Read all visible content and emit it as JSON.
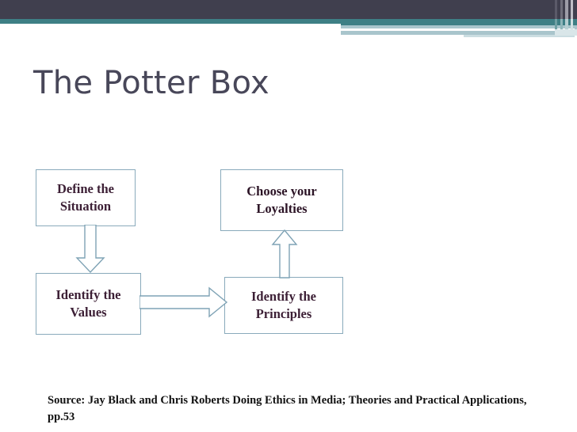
{
  "slide": {
    "title": "The Potter Box",
    "background_color": "#FFFFFF"
  },
  "header": {
    "navy_color": "#403F4E",
    "teal_color": "#3E7F85",
    "pale_color": "#A9C5CC"
  },
  "diagram": {
    "type": "flow-diagram",
    "box_border_color": "#89AABB",
    "box_text_color": "#3C1F35",
    "arrow_color": "#7FA3B5",
    "boxes": [
      {
        "id": "define-the-situation",
        "label": "Define the\nSituation",
        "line1": "Define the",
        "line2": "Situation",
        "position": "top-left"
      },
      {
        "id": "choose-your-loyalties",
        "label": "Choose your\nLoyalties",
        "line1": "Choose your",
        "line2": "Loyalties",
        "position": "top-right"
      },
      {
        "id": "identify-the-values",
        "label": "Identify the\nValues",
        "line1": "Identify the",
        "line2": "Values",
        "position": "bottom-left"
      },
      {
        "id": "identify-the-principles",
        "label": "Identify the\nPrinciples",
        "line1": "Identify the",
        "line2": "Principles",
        "position": "bottom-right"
      }
    ],
    "arrows": [
      {
        "id": "define-to-values",
        "from": "define-the-situation",
        "to": "identify-the-values",
        "direction": "down"
      },
      {
        "id": "values-to-principles",
        "from": "identify-the-values",
        "to": "identify-the-principles",
        "direction": "right"
      },
      {
        "id": "principles-to-loyalties",
        "from": "identify-the-principles",
        "to": "choose-your-loyalties",
        "direction": "up"
      }
    ]
  },
  "source": {
    "line1": "Source: Jay Black and Chris Roberts Doing Ethics in Media; Theories and Practical",
    "line2": "Applications, pp.53"
  }
}
